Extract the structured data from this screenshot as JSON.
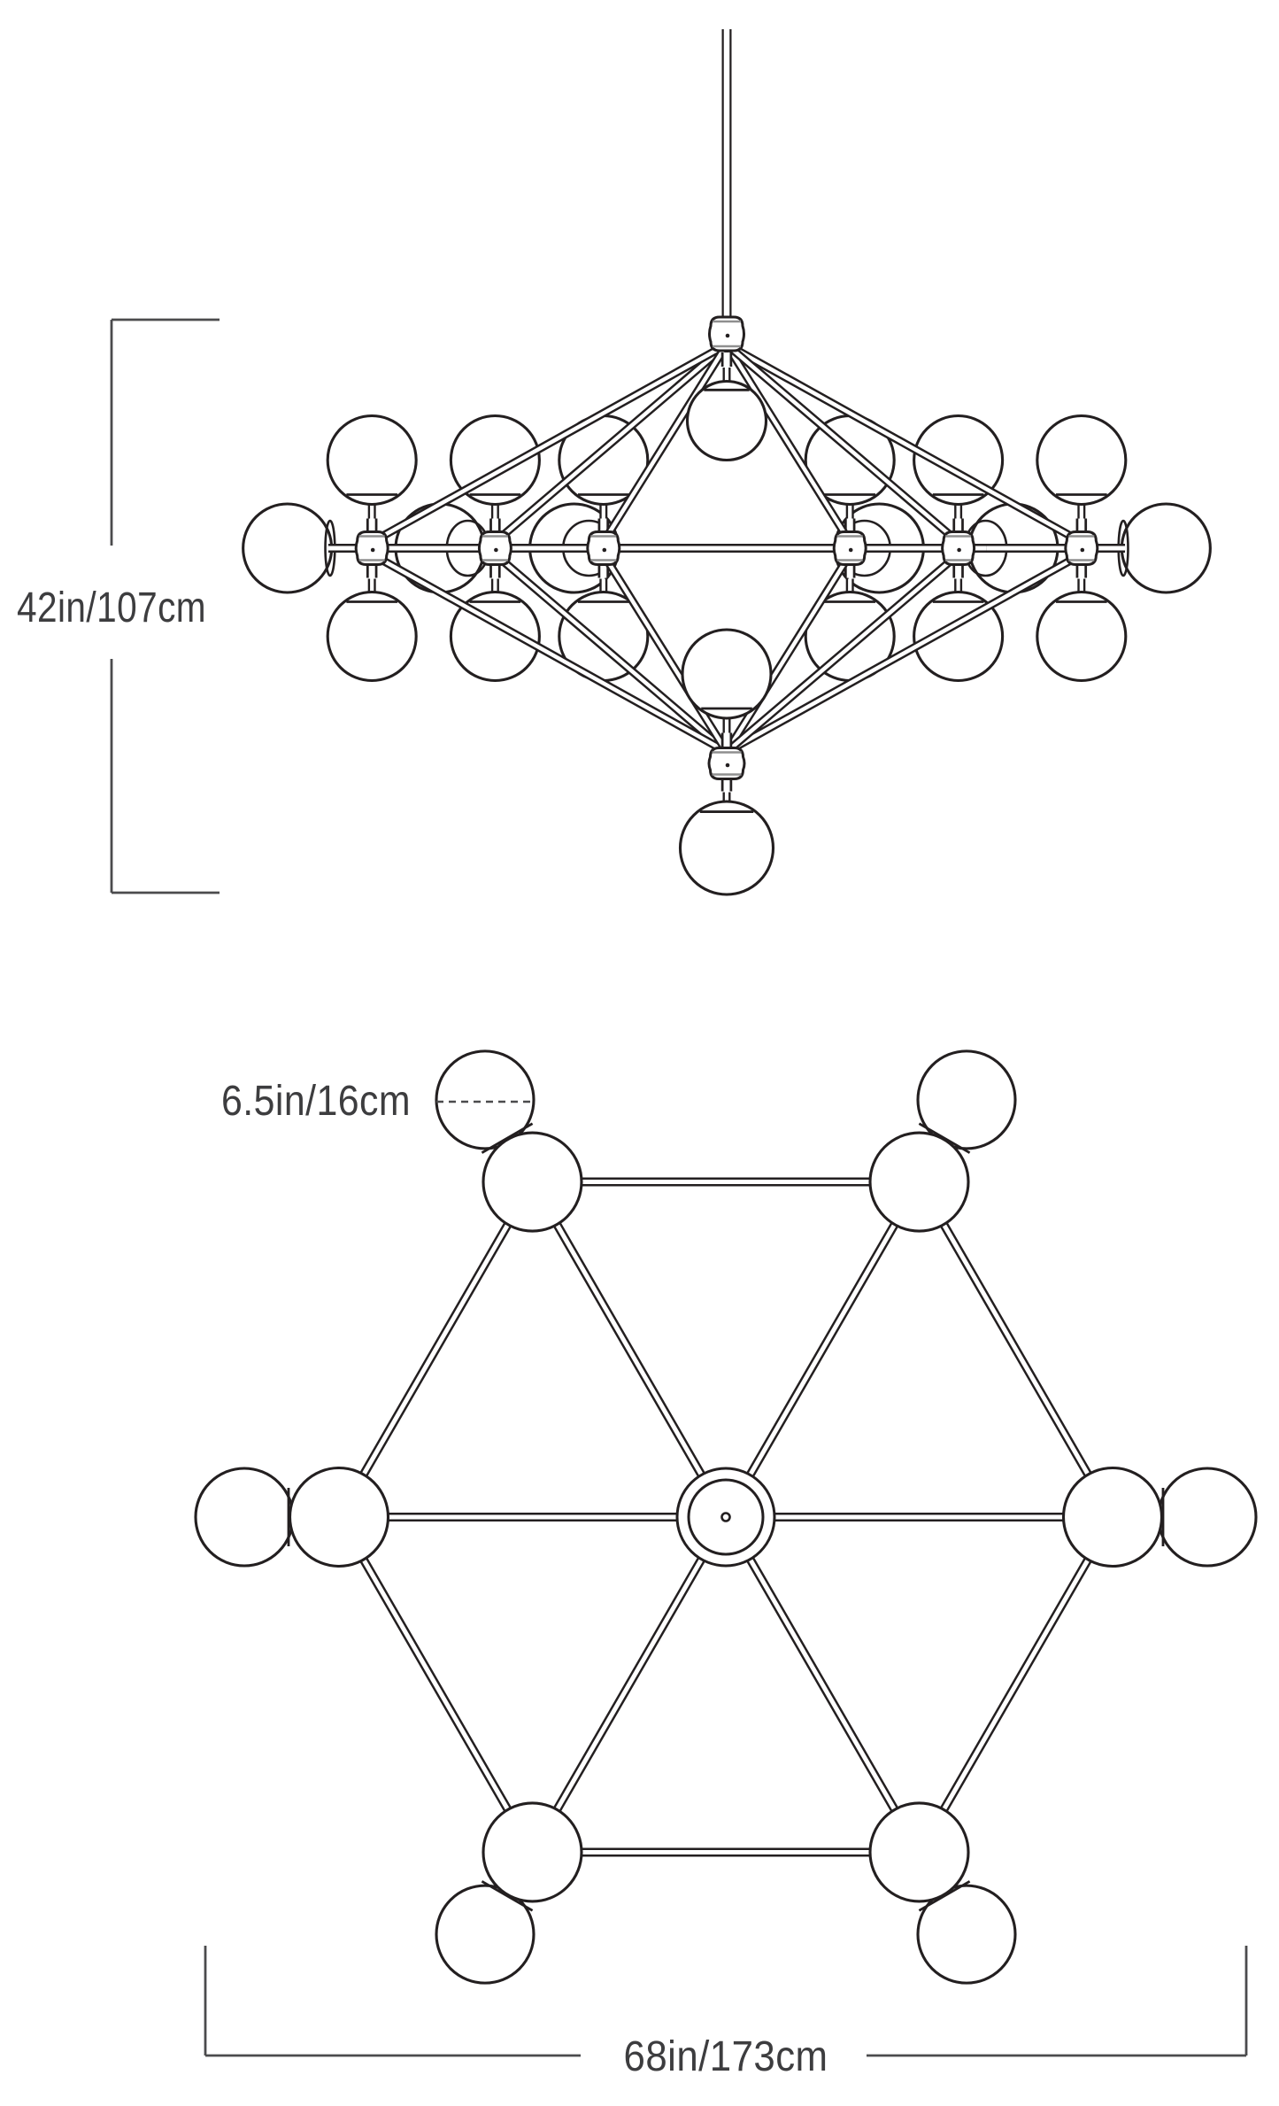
{
  "diagram": {
    "background": "#ffffff",
    "ink": "#231f20",
    "dim_ink": "#4b4b4d",
    "text_ink": "#3d3d3f",
    "labels": {
      "height": "42in/107cm",
      "globe": "6.5in/16cm",
      "width": "68in/173cm"
    },
    "views": {
      "elevation": "chandelier side elevation",
      "plan": "chandelier top plan"
    }
  }
}
